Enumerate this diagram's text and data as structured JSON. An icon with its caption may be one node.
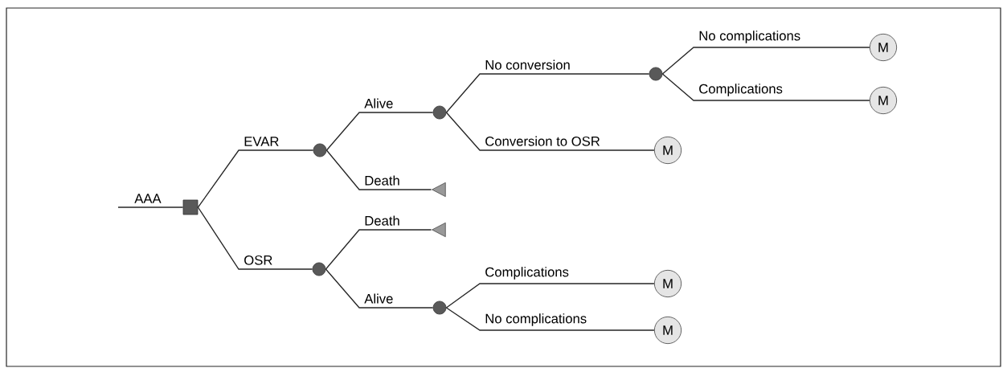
{
  "diagram": {
    "nodes": [
      {
        "text": [],
        "shape": "box"
      },
      {
        "text": [],
        "shape": "circle"
      },
      {
        "text": [],
        "shape": "circle"
      },
      {
        "text": [],
        "shape": "circle"
      },
      {
        "text": [],
        "shape": "circle"
      },
      {
        "text": [],
        "shape": "circle"
      },
      {
        "text": [],
        "shape": "triangle"
      },
      {
        "text": [],
        "shape": "triangle"
      },
      {
        "text": [
          "M"
        ]
      },
      {
        "text": [
          "M"
        ]
      },
      {
        "text": [
          "M"
        ]
      },
      {
        "text": [
          "M"
        ]
      },
      {
        "text": [
          "M"
        ]
      }
    ],
    "edges": [
      {
        "from": null,
        "to": 0,
        "arrow": "none",
        "label": "AAA"
      },
      {
        "from": 0,
        "to": 1,
        "arrow": "none",
        "label": "EVAR"
      },
      {
        "from": 0,
        "to": 2,
        "arrow": "none",
        "label": "OSR"
      },
      {
        "from": 1,
        "to": 3,
        "arrow": "none",
        "label": "Alive"
      },
      {
        "from": 1,
        "to": 6,
        "arrow": "none",
        "label": "Death"
      },
      {
        "from": 3,
        "to": 5,
        "arrow": "none",
        "label": "No conversion"
      },
      {
        "from": 3,
        "to": 8,
        "arrow": "none",
        "label": "Conversion to OSR"
      },
      {
        "from": 5,
        "to": 9,
        "arrow": "none",
        "label": "No complications"
      },
      {
        "from": 5,
        "to": 10,
        "arrow": "none",
        "label": "Complications"
      },
      {
        "from": 2,
        "to": 7,
        "arrow": "none",
        "label": "Death"
      },
      {
        "from": 2,
        "to": 4,
        "arrow": "none",
        "label": "Alive"
      },
      {
        "from": 4,
        "to": 11,
        "arrow": "none",
        "label": "Complications"
      },
      {
        "from": 4,
        "to": 12,
        "arrow": "none",
        "label": "No complications"
      }
    ]
  }
}
